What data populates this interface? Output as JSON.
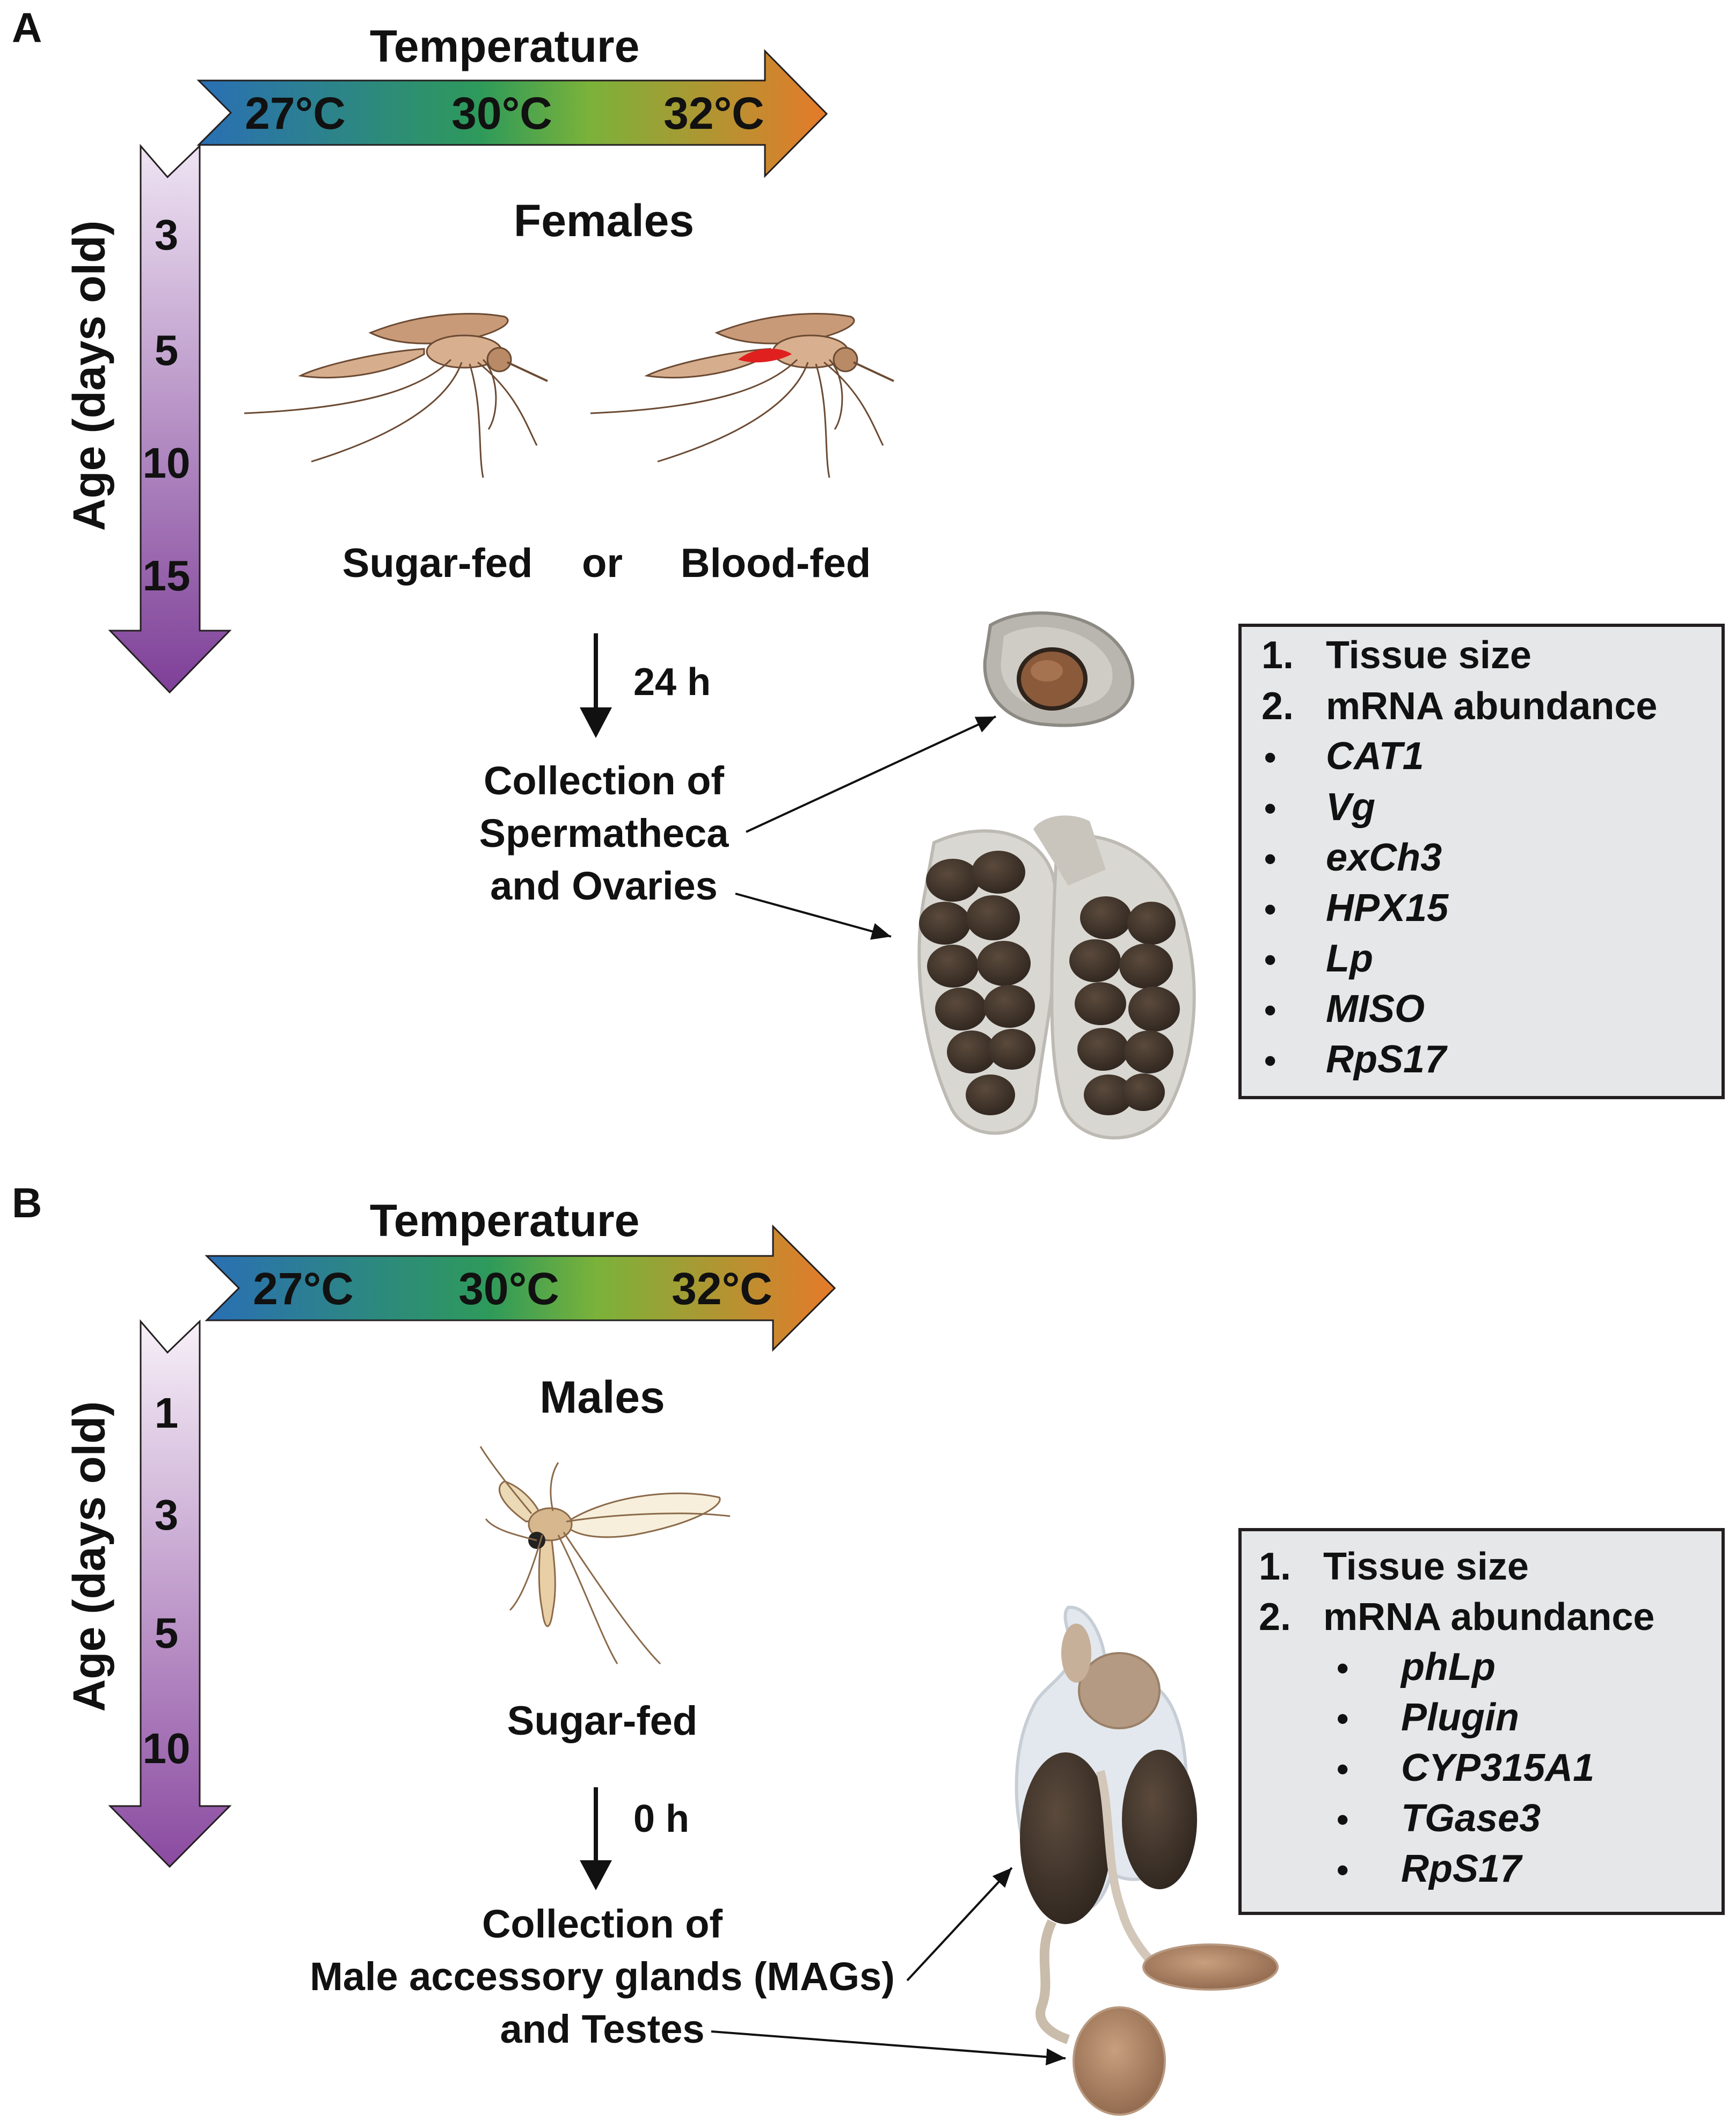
{
  "panel_a": {
    "letter": "A",
    "temperature": {
      "title": "Temperature",
      "values": [
        "27°C",
        "30°C",
        "32°C"
      ],
      "gradient_colors": [
        "#2a6fb5",
        "#2e9a5a",
        "#e57a2a"
      ]
    },
    "age": {
      "label": "Age (days old)",
      "values": [
        "3",
        "5",
        "10",
        "15"
      ],
      "gradient_colors": [
        "#efe4f3",
        "#7e3f98"
      ]
    },
    "sex_title": "Females",
    "feeding": {
      "left": "Sugar-fed",
      "mid": "or",
      "right": "Blood-fed"
    },
    "time": "24 h",
    "collection_lines": [
      "Collection of",
      "Spermatheca",
      "and Ovaries"
    ],
    "box": {
      "numbered": [
        {
          "num": "1.",
          "text": "Tissue size"
        },
        {
          "num": "2.",
          "text": "mRNA abundance"
        }
      ],
      "bullet": "•",
      "genes": [
        "CAT1",
        "Vg",
        "exCh3",
        "HPX15",
        "Lp",
        "MISO",
        "RpS17"
      ]
    }
  },
  "panel_b": {
    "letter": "B",
    "temperature": {
      "title": "Temperature",
      "values": [
        "27°C",
        "30°C",
        "32°C"
      ],
      "gradient_colors": [
        "#2a6fb5",
        "#2e9a5a",
        "#e57a2a"
      ]
    },
    "age": {
      "label": "Age (days old)",
      "values": [
        "1",
        "3",
        "5",
        "10"
      ],
      "gradient_colors": [
        "#f7f0f8",
        "#8a4aa0"
      ]
    },
    "sex_title": "Males",
    "feeding": {
      "only": "Sugar-fed"
    },
    "time": "0 h",
    "collection_lines": [
      "Collection of",
      "Male accessory glands (MAGs)",
      "and Testes"
    ],
    "box": {
      "numbered": [
        {
          "num": "1.",
          "text": "Tissue size"
        },
        {
          "num": "2.",
          "text": "mRNA abundance"
        }
      ],
      "bullet": "•",
      "genes": [
        "phLp",
        "Plugin",
        "CYP315A1",
        "TGase3",
        "RpS17"
      ]
    }
  },
  "colors": {
    "box_fill": "#e6e7e8",
    "box_stroke": "#231f20",
    "tissue_dark": "#3b3028"
  }
}
